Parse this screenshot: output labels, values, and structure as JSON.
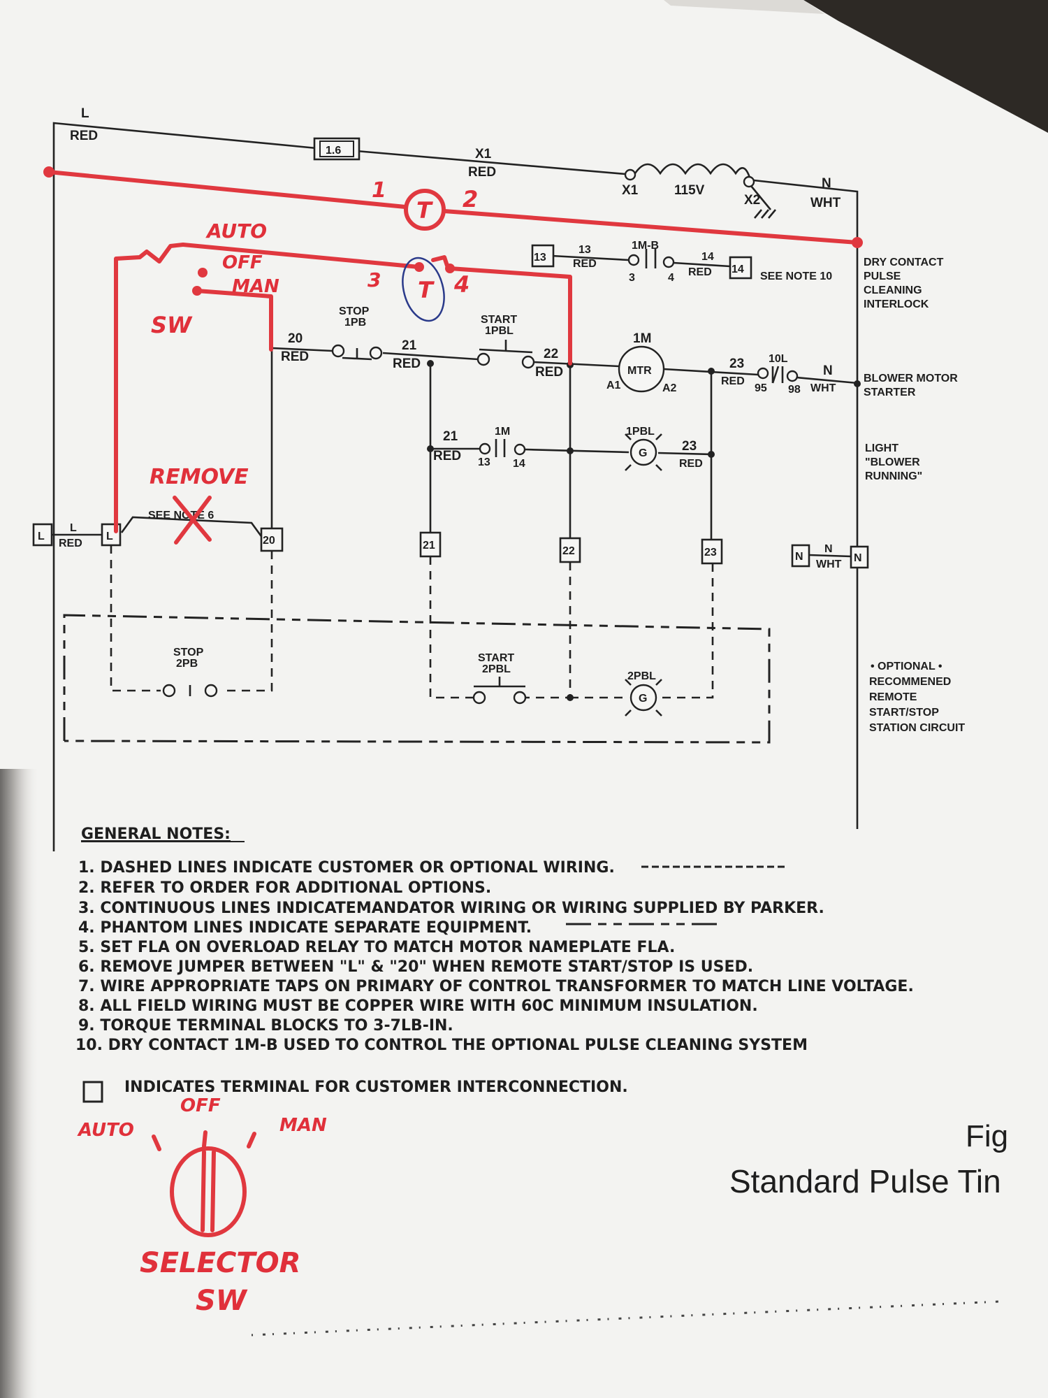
{
  "colors": {
    "paper": "#f4f4f2",
    "ink": "#1e1e1e",
    "markup_red": "#e0303a",
    "pen_blue": "#2a3a8a",
    "background": "#2a2622"
  },
  "diagram": {
    "top": {
      "line_l": "L",
      "line_l_color": "RED",
      "fuse_value": "1.6",
      "x1_label": "X1",
      "x1_color": "RED",
      "coil_x1": "X1",
      "coil_voltage": "115V",
      "coil_x2": "X2",
      "n_label": "N",
      "n_color": "WHT"
    },
    "pulse_row": {
      "term_13": "13",
      "wire_13": "13",
      "wire_13_color": "RED",
      "contact": "1M-B",
      "pin_3": "3",
      "pin_4": "4",
      "wire_14": "14",
      "wire_14_color": "RED",
      "term_14": "14",
      "note_ref": "SEE NOTE 10",
      "side_label": [
        "DRY CONTACT",
        "PULSE",
        "CLEANING",
        "INTERLOCK"
      ]
    },
    "motor_row": {
      "wire_20": "20",
      "wire_20_color": "RED",
      "stop": [
        "STOP",
        "1PB"
      ],
      "wire_21": "21",
      "wire_21_color": "RED",
      "start": [
        "START",
        "1PBL"
      ],
      "wire_22": "22",
      "wire_22_color": "RED",
      "coil_name": "1M",
      "coil": "MTR",
      "a1": "A1",
      "a2": "A2",
      "wire_23": "23",
      "wire_23_color": "RED",
      "overload": "10L",
      "pin_95": "95",
      "pin_98": "98",
      "n_label": "N",
      "n_color": "WHT",
      "side_label": [
        "BLOWER MOTOR",
        "STARTER"
      ]
    },
    "light_row": {
      "wire_21": "21",
      "wire_21_color": "RED",
      "contact": "1M",
      "pin_13": "13",
      "pin_14": "14",
      "lamp_name": "1PBL",
      "lamp": "G",
      "wire_23": "23",
      "wire_23_color": "RED",
      "side_label": [
        "LIGHT",
        "\"BLOWER",
        "RUNNING\""
      ]
    },
    "terminals": {
      "l_left": "L",
      "l_wire": "L",
      "l_wire_color": "RED",
      "l_right": "L",
      "jumper_note": "SEE NOTE 6",
      "t20": "20",
      "t21": "21",
      "t22": "22",
      "t23": "23",
      "n_left": "N",
      "n_wire": "N",
      "n_wire_color": "WHT",
      "n_right": "N"
    },
    "remote": {
      "stop": [
        "STOP",
        "2PB"
      ],
      "start": [
        "START",
        "2PBL"
      ],
      "lamp_name": "2PBL",
      "lamp": "G",
      "side_label": [
        "• OPTIONAL •",
        "RECOMMENED",
        "REMOTE",
        "START/STOP",
        "STATION CIRCUIT"
      ]
    }
  },
  "markup": {
    "timer_left": "1",
    "timer": "T",
    "timer_right": "2",
    "switch_auto": "AUTO",
    "switch_off": "OFF",
    "switch_man": "MAN",
    "switch_sw": "SW",
    "contact_left": "3",
    "contact": "T",
    "contact_right": "4",
    "remove": "REMOVE",
    "legend_off": "OFF",
    "legend_auto": "AUTO",
    "legend_man": "MAN",
    "selector": "SELECTOR",
    "selector_sw": "SW"
  },
  "notes": {
    "heading": "GENERAL NOTES:",
    "items": [
      "1.  DASHED LINES INDICATE CUSTOMER OR OPTIONAL WIRING.",
      "2.  REFER TO ORDER FOR ADDITIONAL OPTIONS.",
      "3.  CONTINUOUS LINES INDICATEMANDATOR WIRING OR WIRING SUPPLIED BY PARKER.",
      "4.  PHANTOM LINES INDICATE SEPARATE EQUIPMENT.",
      "5.  SET FLA ON OVERLOAD RELAY TO MATCH MOTOR NAMEPLATE FLA.",
      "6.  REMOVE JUMPER BETWEEN \"L\" & \"20\" WHEN REMOTE START/STOP IS USED.",
      "7.  WIRE APPROPRIATE TAPS ON PRIMARY OF CONTROL TRANSFORMER TO MATCH LINE VOLTAGE.",
      "8.  ALL FIELD WIRING MUST BE COPPER WIRE WITH 60C MINIMUM INSULATION.",
      "9.  TORQUE TERMINAL BLOCKS TO 3-7LB-IN.",
      "10. DRY CONTACT 1M-B USED TO CONTROL THE OPTIONAL PULSE CLEANING SYSTEM"
    ],
    "terminal_legend": "INDICATES  TERMINAL  FOR  CUSTOMER  INTERCONNECTION."
  },
  "figure": {
    "fig": "Fig",
    "title": "Standard Pulse Tin"
  }
}
